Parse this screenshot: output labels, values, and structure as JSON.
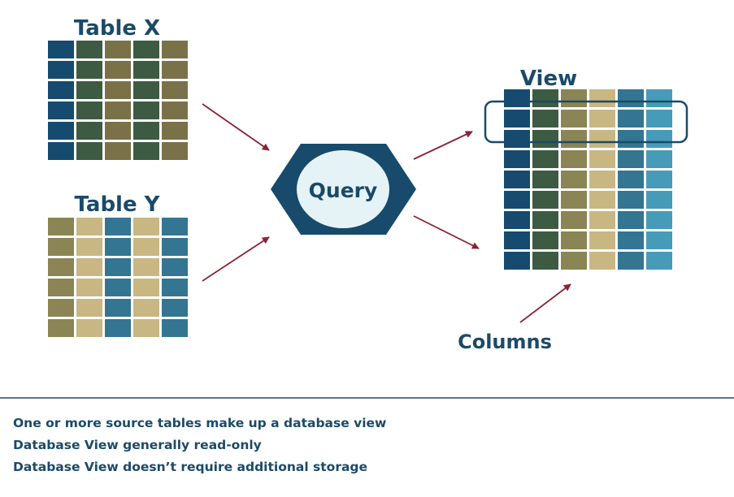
{
  "table_x": {
    "title": "Table X",
    "rows": 6,
    "column_colors": [
      "#164a6e",
      "#3d5b43",
      "#7a7149",
      "#3d5b43",
      "#7a7149"
    ]
  },
  "table_y": {
    "title": "Table Y",
    "rows": 6,
    "column_colors": [
      "#8b8455",
      "#c8b783",
      "#347591",
      "#c8b783",
      "#347591"
    ]
  },
  "query": {
    "label": "Query"
  },
  "view": {
    "title": "View",
    "rows": 9,
    "column_colors": [
      "#164a6e",
      "#3d5b43",
      "#8b8455",
      "#c8b783",
      "#347591",
      "#469bb9"
    ],
    "highlighted_row": 2
  },
  "columns_label": "Columns",
  "notes": [
    "One or more source tables make up a database view",
    "Database View generally read-only",
    "Database View doesn’t require additional storage"
  ],
  "colors": {
    "text": "#1b4a68",
    "arrow": "#8a2234",
    "hexagon": "#174a6b",
    "query_fill": "#e6f3f6",
    "divider": "#1b4a68"
  }
}
